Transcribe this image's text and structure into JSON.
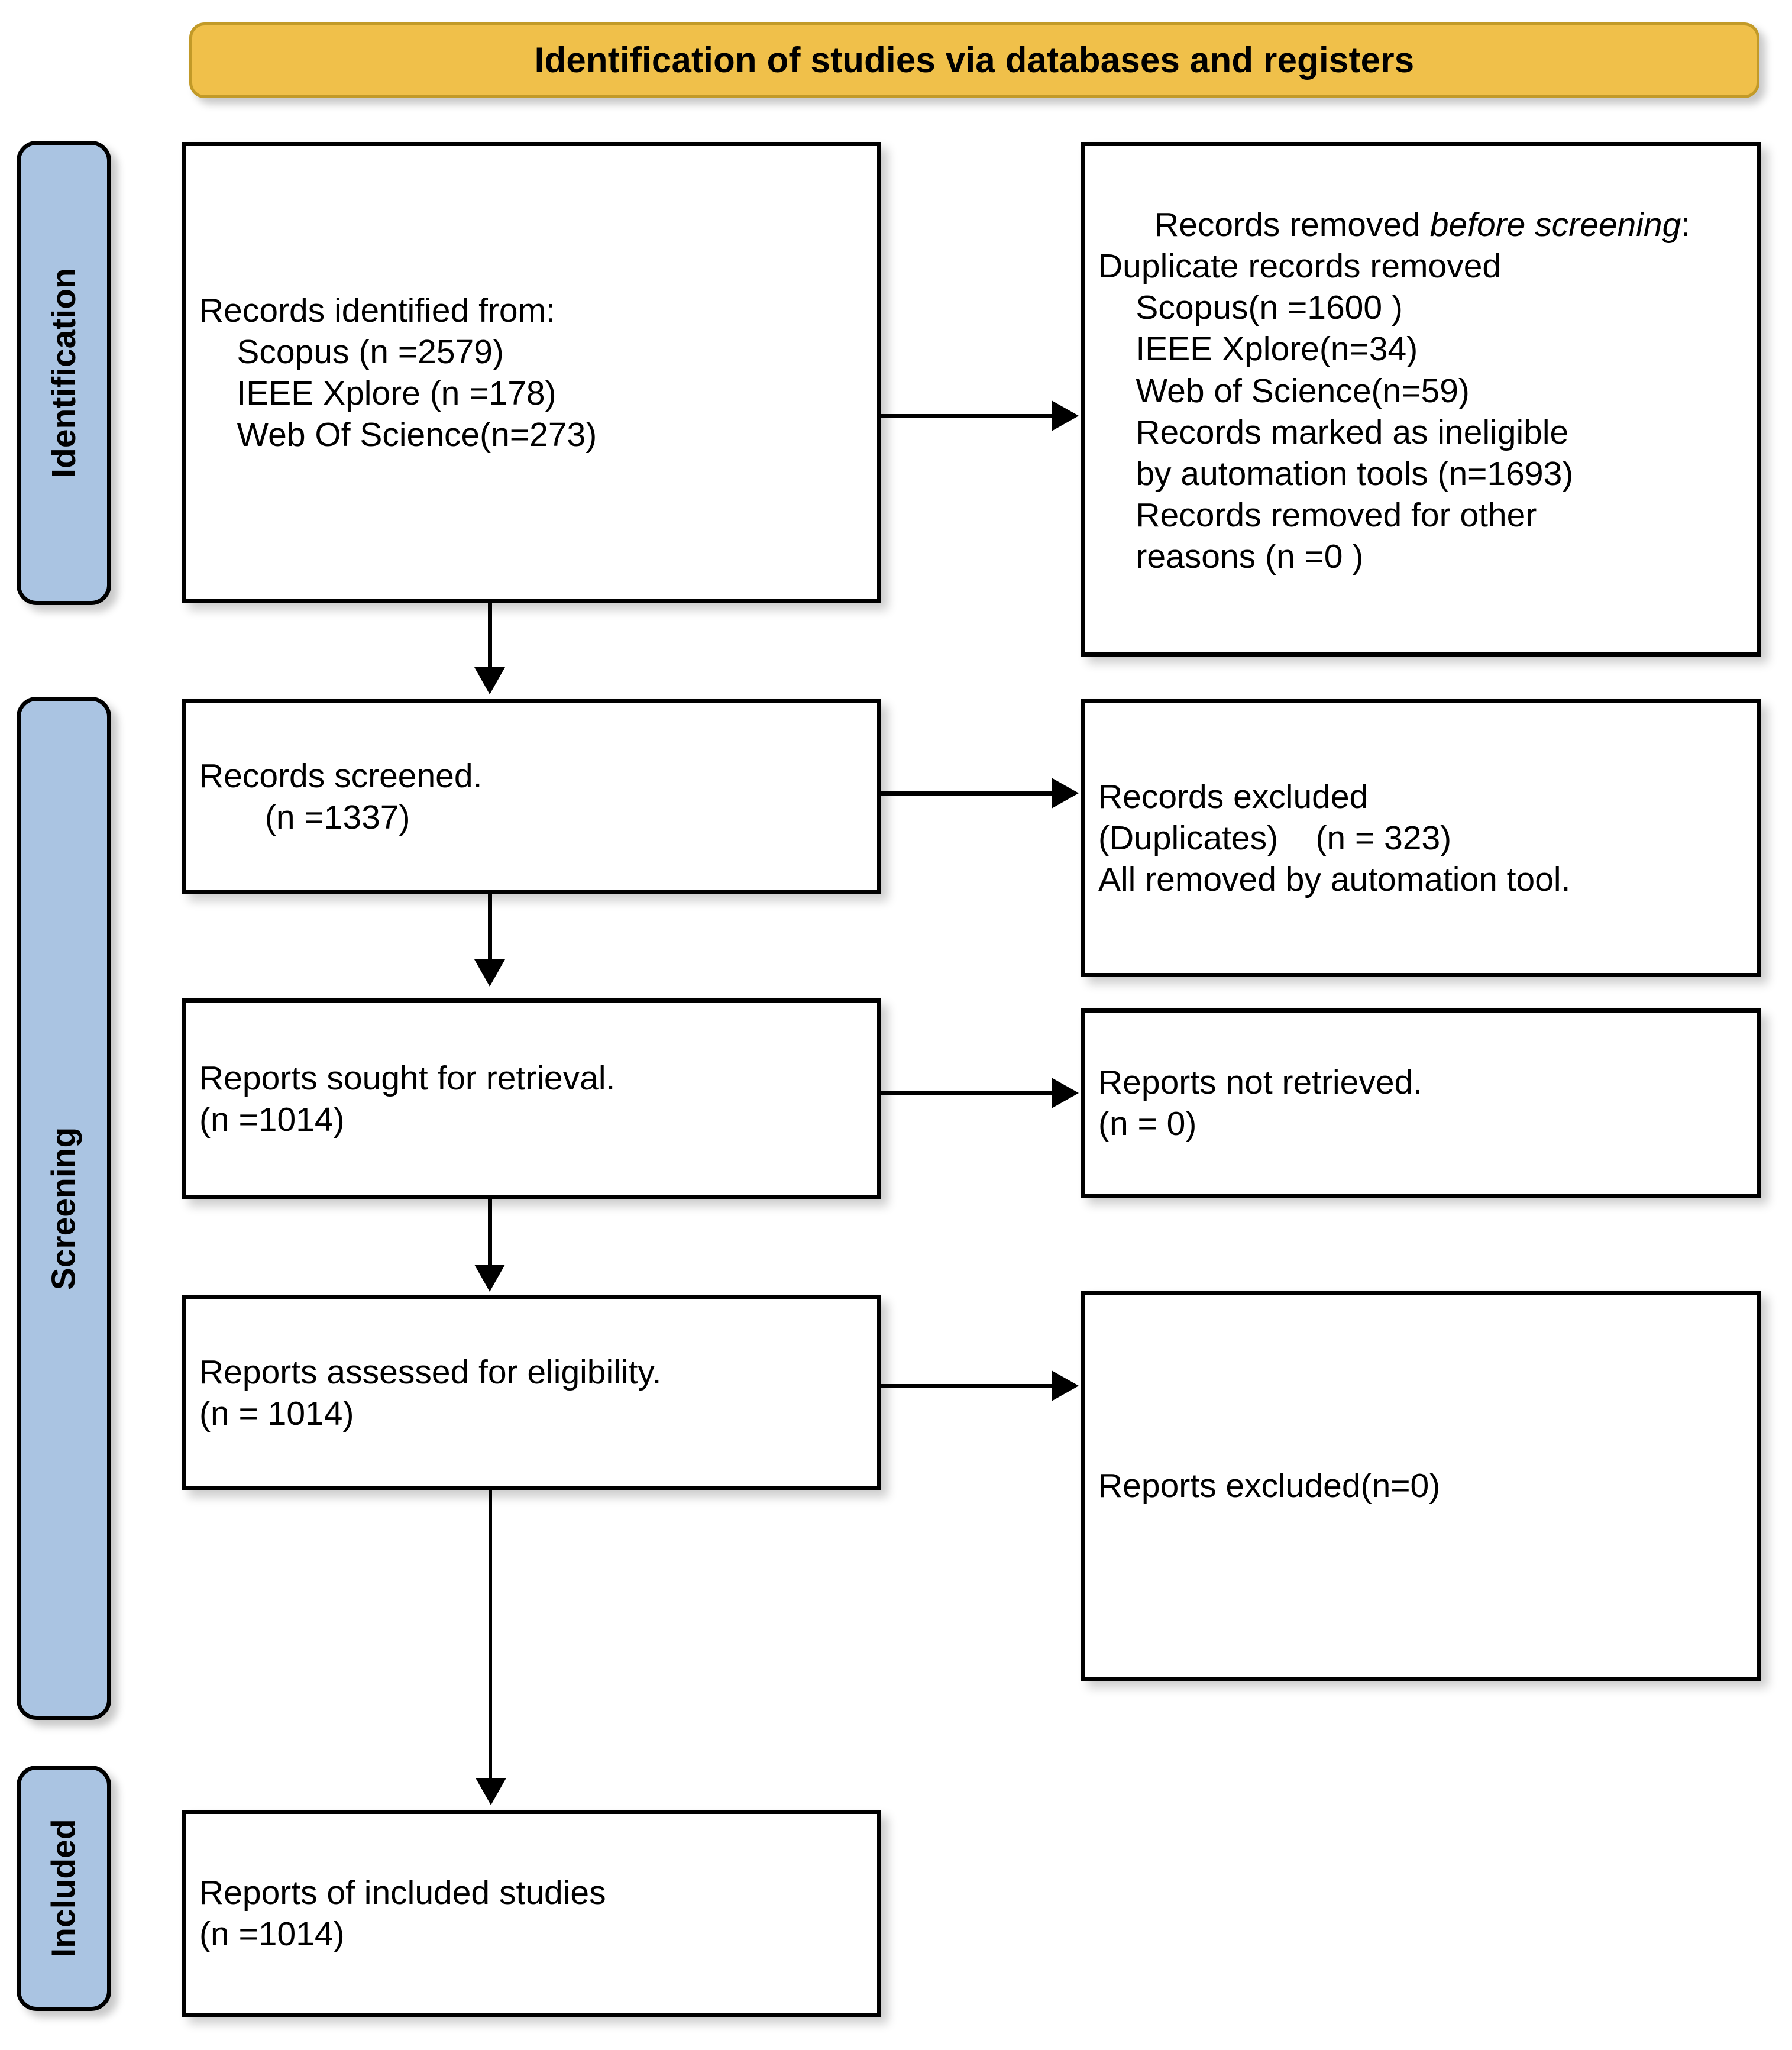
{
  "banner": {
    "title": "Identification of studies via databases and registers",
    "fill": "#F0C04A",
    "border": "#C29A28"
  },
  "stages": {
    "fill": "#AAC4E2",
    "identification": "Identification",
    "screening": "Screening",
    "included": "Included"
  },
  "boxes": {
    "records_identified": "Records identified from:\n    Scopus (n =2579)\n    IEEE Xplore (n =178)\n    Web Of Science(n=273)",
    "records_removed_line1": "Records removed ",
    "records_removed_italic": "before screening",
    "records_removed_colon": ":",
    "records_removed_rest": "    Duplicate records removed\n    Scopus(n =1600 )\n    IEEE Xplore(n=34)\n    Web of Science(n=59)\n    Records marked as ineligible\n    by automation tools (n=1693)\n    Records removed for other\n    reasons (n =0 )",
    "records_screened": "Records screened.\n       (n =1337)",
    "records_excluded": "Records excluded\n(Duplicates)    (n = 323)\nAll removed by automation tool.",
    "reports_sought": "Reports sought for retrieval.\n(n =1014)",
    "reports_not_retrieved": "Reports not retrieved.\n(n = 0)",
    "reports_assessed": "Reports assessed for eligibility.\n(n = 1014)",
    "reports_excluded": "Reports excluded(n=0)",
    "reports_included": "Reports of included studies\n(n =1014)"
  }
}
